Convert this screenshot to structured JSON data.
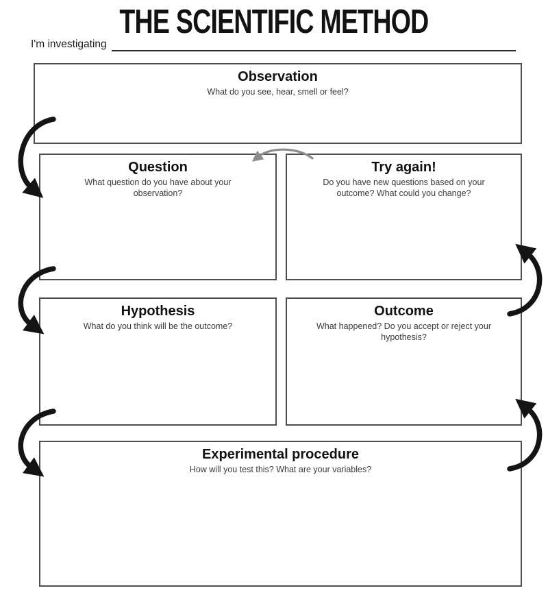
{
  "title": "THE SCIENTIFIC METHOD",
  "investigating": {
    "label": "I'm investigating"
  },
  "boxes": {
    "observation": {
      "title": "Observation",
      "prompt": "What do you see, hear, smell or feel?"
    },
    "question": {
      "title": "Question",
      "prompt": "What question do you have about your observation?"
    },
    "try_again": {
      "title": "Try again!",
      "prompt": "Do you have new questions based on your outcome? What could you change?"
    },
    "hypothesis": {
      "title": "Hypothesis",
      "prompt": "What do you think will be the outcome?"
    },
    "outcome": {
      "title": "Outcome",
      "prompt": "What happened? Do you accept or reject your hypothesis?"
    },
    "experimental_procedure": {
      "title": "Experimental procedure",
      "prompt": "How will you test this? What are your variables?"
    }
  },
  "arrows": {
    "observation_to_question": "curved-down-arrow-left",
    "question_to_hypothesis": "curved-down-arrow-left",
    "hypothesis_to_experimental": "curved-down-arrow-left",
    "experimental_to_outcome": "curved-up-arrow-right",
    "outcome_to_try_again": "curved-up-arrow-right",
    "try_again_to_question": "curved-back-arrow-gray"
  },
  "colors": {
    "page_bg": "#fefefe",
    "box_border": "#4e4e4e",
    "heading_text": "#111111",
    "prompt_text": "#3a3a3a",
    "arrow_black": "#141414",
    "arrow_gray": "#8c8c8c",
    "line": "#2b2b2b"
  }
}
